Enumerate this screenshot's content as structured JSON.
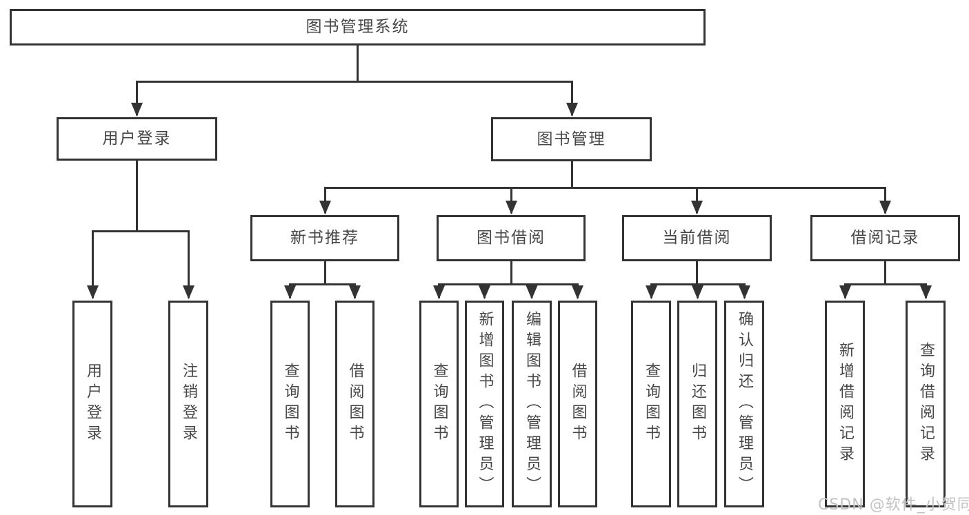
{
  "tree": {
    "root": {
      "label": "图书管理系统"
    },
    "level1": [
      {
        "label": "用户登录",
        "children": [
          {
            "label": "用户登录"
          },
          {
            "label": "注销登录"
          }
        ]
      },
      {
        "label": "图书管理",
        "children": [
          {
            "label": "新书推荐",
            "children": [
              {
                "label": "查询图书"
              },
              {
                "label": "借阅图书"
              }
            ]
          },
          {
            "label": "图书借阅",
            "children": [
              {
                "label": "查询图书"
              },
              {
                "label": "新增图书（管理员）"
              },
              {
                "label": "编辑图书（管理员）"
              },
              {
                "label": "借阅图书"
              }
            ]
          },
          {
            "label": "当前借阅",
            "children": [
              {
                "label": "查询图书"
              },
              {
                "label": "归还图书"
              },
              {
                "label": "确认归还（管理员）"
              }
            ]
          },
          {
            "label": "借阅记录",
            "children": [
              {
                "label": "新增借阅记录"
              },
              {
                "label": "查询借阅记录"
              }
            ]
          }
        ]
      }
    ]
  },
  "watermark": {
    "text": "CSDN @软件_小贺同学"
  },
  "colors": {
    "line": "#333333",
    "box_border": "#333333",
    "box_background": "#ffffff",
    "text": "#474747",
    "watermark_text": "#c2c2c2",
    "page_background": "#ffffff"
  }
}
